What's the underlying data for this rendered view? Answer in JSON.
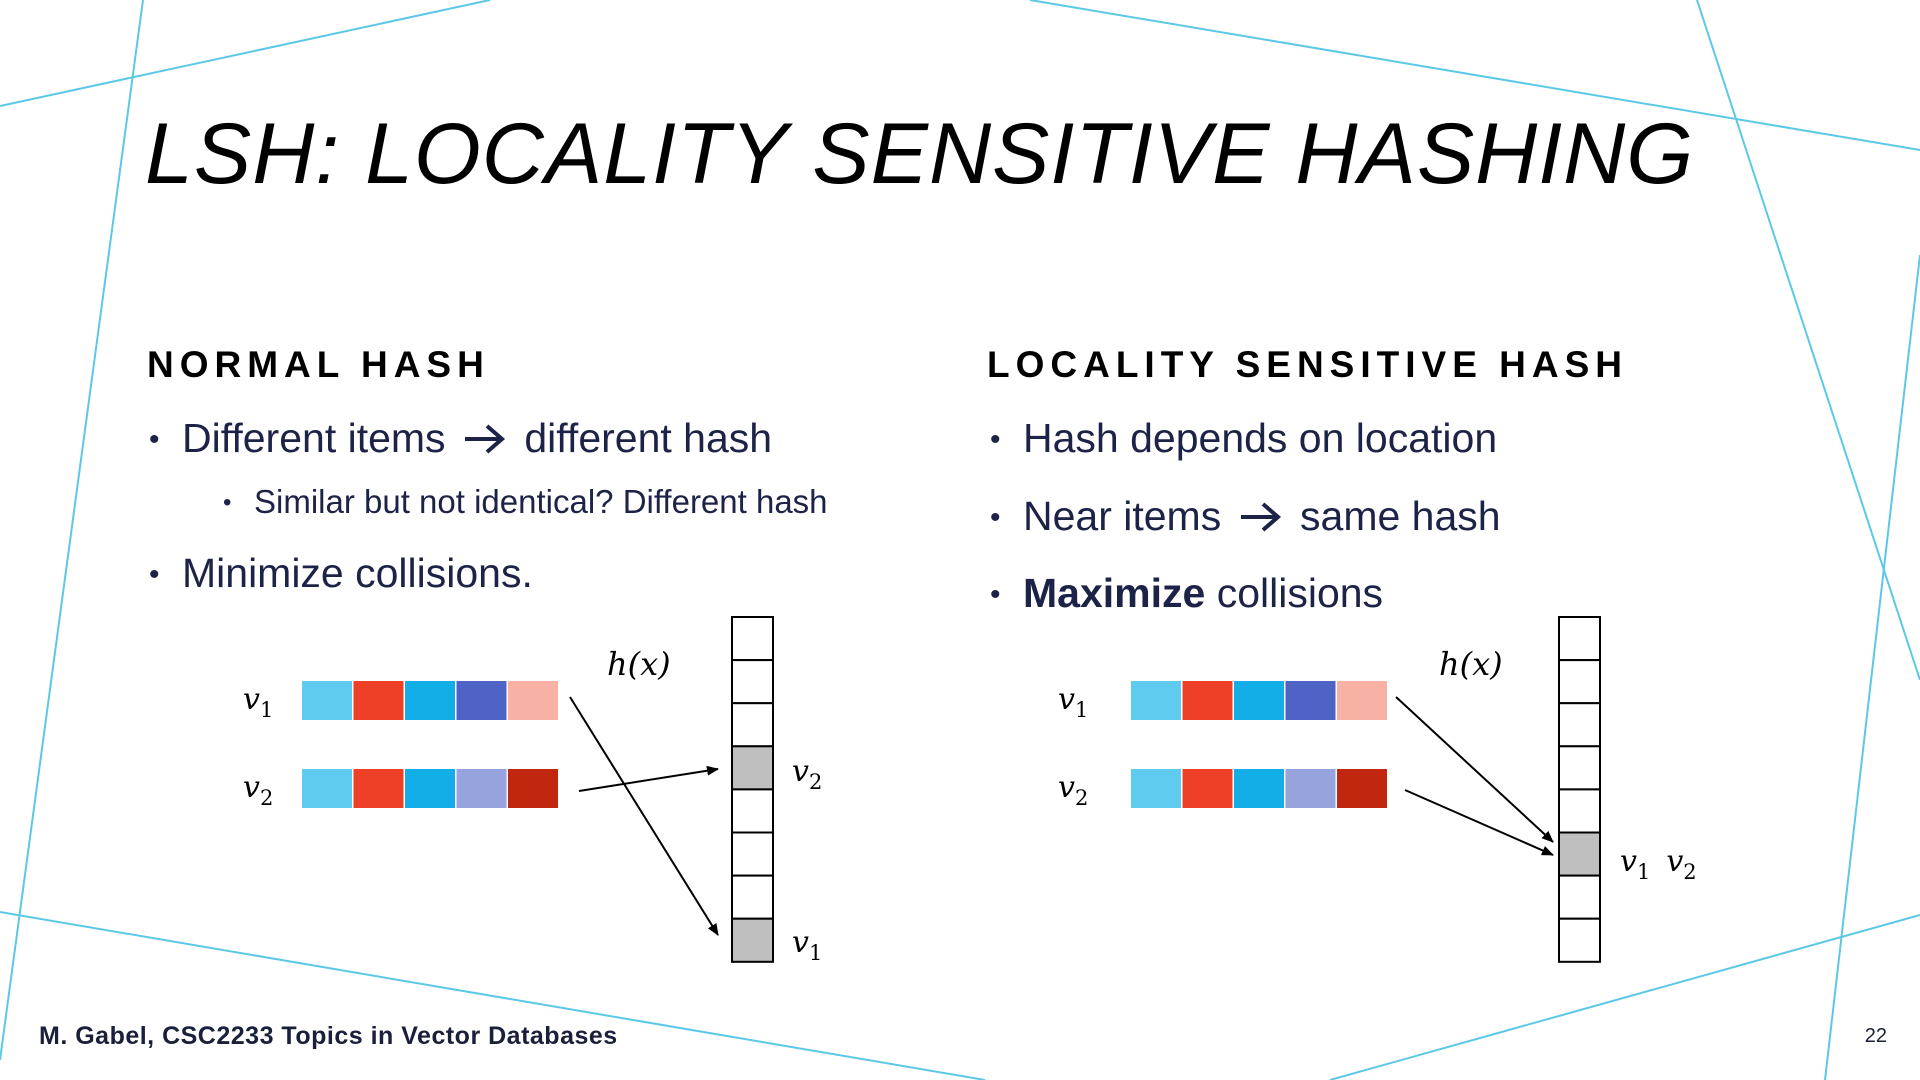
{
  "slide": {
    "title": "LSH: LOCALITY SENSITIVE HASHING",
    "footer": "M. Gabel, CSC2233 Topics in Vector Databases",
    "page_number": "22"
  },
  "left": {
    "heading": "NORMAL HASH",
    "bullets": {
      "b1_pre": "Different items",
      "b1_post": "different hash",
      "b1_sub": "Similar but not identical? Different hash",
      "b2": "Minimize collisions."
    },
    "diagram": {
      "v1_label": "v",
      "v1_sub": "1",
      "v2_label": "v",
      "v2_sub": "2",
      "hash_label": "h(x)",
      "v1_vector_colors": [
        "#5ecbef",
        "#ee4027",
        "#13ade8",
        "#4f63c6",
        "#f8b1a5"
      ],
      "v2_vector_colors": [
        "#5ecbef",
        "#ee4027",
        "#13ade8",
        "#96a3dd",
        "#c1260f"
      ],
      "table_slots": 8,
      "filled_slots": [
        3,
        7
      ],
      "slot_labels": [
        {
          "slot": 3,
          "text": "v",
          "sub": "2"
        },
        {
          "slot": 7,
          "text": "v",
          "sub": "1"
        }
      ]
    }
  },
  "right": {
    "heading": "LOCALITY SENSITIVE HASH",
    "bullets": {
      "b1": "Hash depends on location",
      "b2_pre": "Near items",
      "b2_post": "same hash",
      "b3_bold": "Maximize",
      "b3_rest": " collisions"
    },
    "diagram": {
      "v1_label": "v",
      "v1_sub": "1",
      "v2_label": "v",
      "v2_sub": "2",
      "hash_label": "h(x)",
      "v1_vector_colors": [
        "#5ecbef",
        "#ee4027",
        "#13ade8",
        "#4f63c6",
        "#f8b1a5"
      ],
      "v2_vector_colors": [
        "#5ecbef",
        "#ee4027",
        "#13ade8",
        "#96a3dd",
        "#c1260f"
      ],
      "table_slots": 8,
      "filled_slots": [
        5
      ],
      "slot_label_a": "v",
      "slot_label_a_sub": "1",
      "slot_label_b": "v",
      "slot_label_b_sub": "2"
    }
  },
  "colors": {
    "accent_line": "#5bc8e6",
    "filled_slot": "#bfbfbf",
    "text_dark": "#1d2247"
  }
}
